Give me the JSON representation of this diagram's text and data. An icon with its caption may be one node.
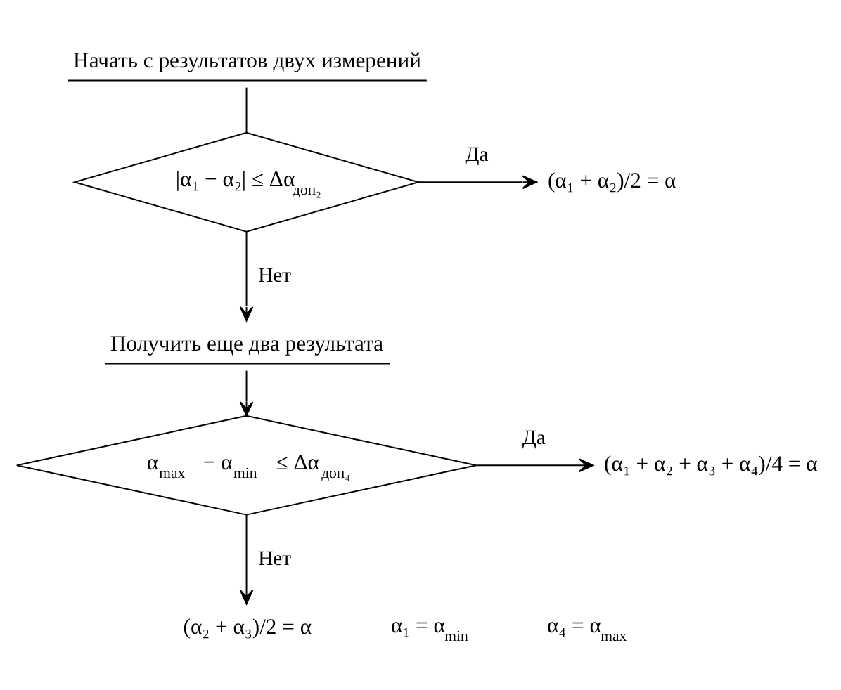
{
  "diagram": {
    "nodes": [
      {
        "text": [
          "Начать с результатов двух измерений"
        ]
      },
      {
        "text": [
          "|α₁ − α₂| ≤ Δα$_{доп₂}$"
        ]
      },
      {
        "text": [
          "(α₁ + α₂)/2 = α"
        ]
      },
      {
        "text": [
          "Получить еще два результата"
        ]
      },
      {
        "text": [
          "α$_{max}$ − α$_{min}$ ≤ Δα$_{доп₄}$"
        ]
      },
      {
        "text": [
          "(α₁ + α₂ + α₃ + α₄)/4 = α"
        ]
      },
      {
        "text": [
          "(α₂ + α₃)/2 = α"
        ]
      }
    ],
    "edges": [
      {
        "from": 0,
        "to": 1,
        "arrow": "none"
      },
      {
        "from": 1,
        "to": 2,
        "arrow": "to",
        "label": "Да"
      },
      {
        "from": 1,
        "to": 3,
        "arrow": "to",
        "label": "Нет"
      },
      {
        "from": 3,
        "to": 4,
        "arrow": "to"
      },
      {
        "from": 4,
        "to": 5,
        "arrow": "to",
        "label": "Да"
      },
      {
        "from": 4,
        "to": 6,
        "arrow": "to",
        "label": "Нет"
      }
    ],
    "labels": [
      "α₁ = α$_{min}$",
      "α₄ = α$_{max}$"
    ]
  }
}
